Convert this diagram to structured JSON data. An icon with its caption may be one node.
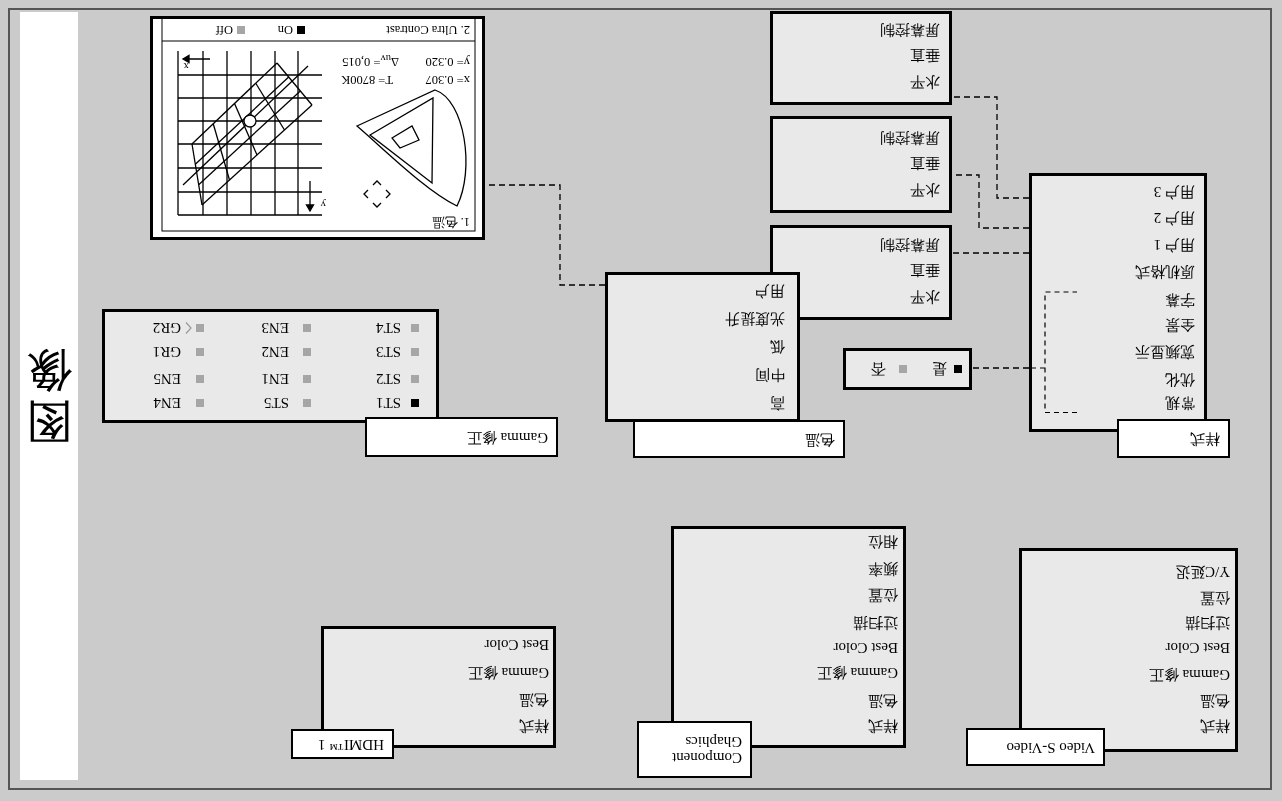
{
  "diagram": {
    "title": "图像",
    "nodes": [
      {
        "text": [
          "Video S-Video"
        ]
      },
      {
        "text": [
          "样式",
          "色温",
          "Gamma 修正",
          "Best Color",
          "过扫描",
          "位置",
          "Y/C延迟"
        ]
      },
      {
        "text": [
          "Component Ghaphics"
        ]
      },
      {
        "text": [
          "样式",
          "色温",
          "Gamma 修正",
          "Best Color",
          "过扫描",
          "位置",
          "频率",
          "相位"
        ]
      },
      {
        "text": [
          "HDMI™ 1"
        ]
      },
      {
        "text": [
          "样式",
          "色温",
          "Gamma 修正",
          "Best Color"
        ]
      },
      {
        "text": [
          "样式"
        ]
      },
      {
        "text": [
          "常规",
          "优化",
          "宽频显示",
          "全景",
          "字幕",
          "原机格式",
          "用户 1",
          "用户 2",
          "用户 3"
        ]
      },
      {
        "text": [
          "是",
          "否"
        ]
      },
      {
        "text": [
          "水平",
          "垂直",
          "屏幕控制"
        ]
      },
      {
        "text": [
          "水平",
          "垂直",
          "屏幕控制"
        ]
      },
      {
        "text": [
          "水平",
          "垂直",
          "屏幕控制"
        ]
      },
      {
        "text": [
          "色温"
        ]
      },
      {
        "text": [
          "高",
          "中间",
          "低",
          "光度提升",
          "用户"
        ]
      },
      {
        "text": [
          "Gamma 修正"
        ]
      },
      {
        "text": [
          "ST1",
          "ST2",
          "ST3",
          "ST4",
          "ST5",
          "EN1",
          "EN2",
          "EN3",
          "EN4",
          "EN5",
          "GR1",
          "GR2"
        ]
      },
      {
        "text": [
          "1. 色温",
          "x= 0.307",
          "T= 8700K",
          "y= 0.320",
          "Δ$_{uv}$= 0,015",
          "x",
          "y",
          "2. Ultra Contrast"
        ]
      }
    ],
    "edges": [
      {
        "from": 7,
        "to": 8,
        "arrow": "none",
        "style": "dashed"
      },
      {
        "from": 7,
        "to": 9,
        "arrow": "none",
        "style": "dashed"
      },
      {
        "from": 7,
        "to": 10,
        "arrow": "none",
        "style": "dashed"
      },
      {
        "from": 7,
        "to": 11,
        "arrow": "none",
        "style": "dashed"
      },
      {
        "from": 13,
        "to": 16,
        "arrow": "none",
        "style": "dashed"
      }
    ],
    "legend": [
      {
        "text": "On",
        "color": "#000000"
      },
      {
        "text": "Off",
        "color": "#a6a6a6"
      }
    ]
  }
}
